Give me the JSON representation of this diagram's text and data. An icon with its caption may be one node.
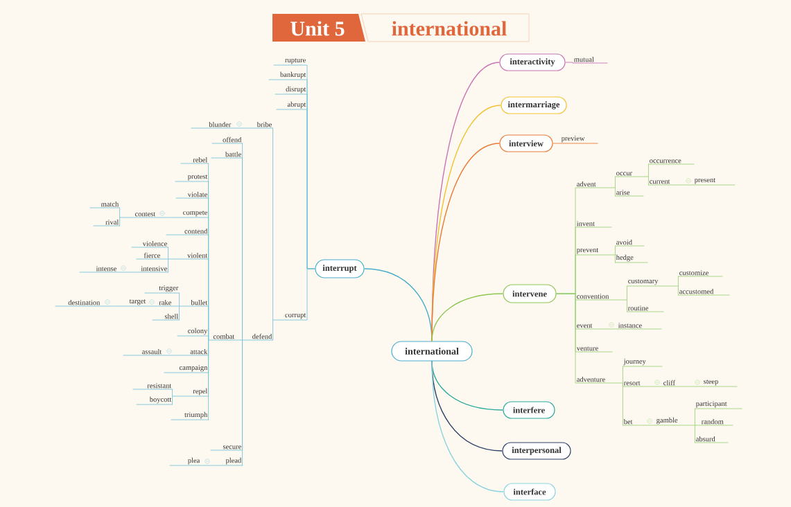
{
  "diagram": {
    "title": "Unit 5",
    "labels": [
      "international"
    ],
    "nodes": [
      {
        "text": [
          "international"
        ]
      },
      {
        "text": [
          "interrupt"
        ]
      },
      {
        "text": [
          "interactivity"
        ]
      },
      {
        "text": [
          "intermarriage"
        ]
      },
      {
        "text": [
          "interview"
        ]
      },
      {
        "text": [
          "intervene"
        ]
      },
      {
        "text": [
          "interfere"
        ]
      },
      {
        "text": [
          "interpersonal"
        ]
      },
      {
        "text": [
          "interface"
        ]
      },
      {
        "text": [
          "rupture"
        ]
      },
      {
        "text": [
          "bankrupt"
        ]
      },
      {
        "text": [
          "disrupt"
        ]
      },
      {
        "text": [
          "abrupt"
        ]
      },
      {
        "text": [
          "corrupt"
        ]
      },
      {
        "text": [
          "bribe"
        ]
      },
      {
        "text": [
          "blunder"
        ]
      },
      {
        "text": [
          "defend"
        ]
      },
      {
        "text": [
          "offend"
        ]
      },
      {
        "text": [
          "battle"
        ]
      },
      {
        "text": [
          "combat"
        ]
      },
      {
        "text": [
          "secure"
        ]
      },
      {
        "text": [
          "plead"
        ]
      },
      {
        "text": [
          "plea"
        ]
      },
      {
        "text": [
          "rebel"
        ]
      },
      {
        "text": [
          "protest"
        ]
      },
      {
        "text": [
          "violate"
        ]
      },
      {
        "text": [
          "compete"
        ]
      },
      {
        "text": [
          "contest"
        ]
      },
      {
        "text": [
          "match"
        ]
      },
      {
        "text": [
          "rival"
        ]
      },
      {
        "text": [
          "contend"
        ]
      },
      {
        "text": [
          "violent"
        ]
      },
      {
        "text": [
          "violence"
        ]
      },
      {
        "text": [
          "fierce"
        ]
      },
      {
        "text": [
          "intensive"
        ]
      },
      {
        "text": [
          "intense"
        ]
      },
      {
        "text": [
          "bullet"
        ]
      },
      {
        "text": [
          "trigger"
        ]
      },
      {
        "text": [
          "rake"
        ]
      },
      {
        "text": [
          "target"
        ]
      },
      {
        "text": [
          "destination"
        ]
      },
      {
        "text": [
          "shell"
        ]
      },
      {
        "text": [
          "colony"
        ]
      },
      {
        "text": [
          "attack"
        ]
      },
      {
        "text": [
          "assault"
        ]
      },
      {
        "text": [
          "campaign"
        ]
      },
      {
        "text": [
          "repel"
        ]
      },
      {
        "text": [
          "resistant"
        ]
      },
      {
        "text": [
          "boycott"
        ]
      },
      {
        "text": [
          "triumph"
        ]
      },
      {
        "text": [
          "mutual"
        ]
      },
      {
        "text": [
          "preview"
        ]
      },
      {
        "text": [
          "advent"
        ]
      },
      {
        "text": [
          "occur"
        ]
      },
      {
        "text": [
          "occurrence"
        ]
      },
      {
        "text": [
          "current"
        ]
      },
      {
        "text": [
          "present"
        ]
      },
      {
        "text": [
          "arise"
        ]
      },
      {
        "text": [
          "invent"
        ]
      },
      {
        "text": [
          "prevent"
        ]
      },
      {
        "text": [
          "avoid"
        ]
      },
      {
        "text": [
          "hedge"
        ]
      },
      {
        "text": [
          "convention"
        ]
      },
      {
        "text": [
          "customary"
        ]
      },
      {
        "text": [
          "customize"
        ]
      },
      {
        "text": [
          "accustomed"
        ]
      },
      {
        "text": [
          "routine"
        ]
      },
      {
        "text": [
          "event"
        ]
      },
      {
        "text": [
          "instance"
        ]
      },
      {
        "text": [
          "venture"
        ]
      },
      {
        "text": [
          "adventure"
        ]
      },
      {
        "text": [
          "journey"
        ]
      },
      {
        "text": [
          "resort"
        ]
      },
      {
        "text": [
          "cliff"
        ]
      },
      {
        "text": [
          "steep"
        ]
      },
      {
        "text": [
          "bet"
        ]
      },
      {
        "text": [
          "gamble"
        ]
      },
      {
        "text": [
          "participant"
        ]
      },
      {
        "text": [
          "random"
        ]
      },
      {
        "text": [
          "absurd"
        ]
      }
    ],
    "edges": [
      {
        "from": 0,
        "to": 1,
        "arrow": "none",
        "color": "#4aaecb"
      },
      {
        "from": 0,
        "to": 2,
        "arrow": "none",
        "color": "#c973b5"
      },
      {
        "from": 0,
        "to": 3,
        "arrow": "none",
        "color": "#f2c12e"
      },
      {
        "from": 0,
        "to": 4,
        "arrow": "none",
        "color": "#ea7a34"
      },
      {
        "from": 0,
        "to": 5,
        "arrow": "none",
        "color": "#8dc850"
      },
      {
        "from": 0,
        "to": 6,
        "arrow": "none",
        "color": "#2aa89c"
      },
      {
        "from": 0,
        "to": 7,
        "arrow": "none",
        "color": "#2d3f66"
      },
      {
        "from": 0,
        "to": 8,
        "arrow": "none",
        "color": "#8ad4e0"
      },
      {
        "from": 1,
        "to": 9,
        "arrow": "none"
      },
      {
        "from": 1,
        "to": 10,
        "arrow": "none"
      },
      {
        "from": 1,
        "to": 11,
        "arrow": "none"
      },
      {
        "from": 1,
        "to": 12,
        "arrow": "none"
      },
      {
        "from": 1,
        "to": 13,
        "arrow": "none"
      },
      {
        "from": 13,
        "to": 14,
        "arrow": "none"
      },
      {
        "from": 14,
        "to": 15,
        "arrow": "none"
      },
      {
        "from": 13,
        "to": 16,
        "arrow": "none"
      },
      {
        "from": 16,
        "to": 17,
        "arrow": "none"
      },
      {
        "from": 16,
        "to": 18,
        "arrow": "none"
      },
      {
        "from": 16,
        "to": 19,
        "arrow": "none"
      },
      {
        "from": 16,
        "to": 20,
        "arrow": "none"
      },
      {
        "from": 16,
        "to": 21,
        "arrow": "none"
      },
      {
        "from": 21,
        "to": 22,
        "arrow": "none"
      },
      {
        "from": 19,
        "to": 23,
        "arrow": "none"
      },
      {
        "from": 19,
        "to": 24,
        "arrow": "none"
      },
      {
        "from": 19,
        "to": 25,
        "arrow": "none"
      },
      {
        "from": 19,
        "to": 26,
        "arrow": "none"
      },
      {
        "from": 26,
        "to": 27,
        "arrow": "none"
      },
      {
        "from": 27,
        "to": 28,
        "arrow": "none"
      },
      {
        "from": 27,
        "to": 29,
        "arrow": "none"
      },
      {
        "from": 19,
        "to": 30,
        "arrow": "none"
      },
      {
        "from": 19,
        "to": 31,
        "arrow": "none"
      },
      {
        "from": 31,
        "to": 32,
        "arrow": "none"
      },
      {
        "from": 31,
        "to": 33,
        "arrow": "none"
      },
      {
        "from": 31,
        "to": 34,
        "arrow": "none"
      },
      {
        "from": 34,
        "to": 35,
        "arrow": "none"
      },
      {
        "from": 19,
        "to": 36,
        "arrow": "none"
      },
      {
        "from": 36,
        "to": 37,
        "arrow": "none"
      },
      {
        "from": 36,
        "to": 38,
        "arrow": "none"
      },
      {
        "from": 38,
        "to": 39,
        "arrow": "none"
      },
      {
        "from": 39,
        "to": 40,
        "arrow": "none"
      },
      {
        "from": 36,
        "to": 41,
        "arrow": "none"
      },
      {
        "from": 19,
        "to": 42,
        "arrow": "none"
      },
      {
        "from": 19,
        "to": 43,
        "arrow": "none"
      },
      {
        "from": 43,
        "to": 44,
        "arrow": "none"
      },
      {
        "from": 19,
        "to": 45,
        "arrow": "none"
      },
      {
        "from": 19,
        "to": 46,
        "arrow": "none"
      },
      {
        "from": 46,
        "to": 47,
        "arrow": "none"
      },
      {
        "from": 46,
        "to": 48,
        "arrow": "none"
      },
      {
        "from": 19,
        "to": 49,
        "arrow": "none"
      },
      {
        "from": 2,
        "to": 50,
        "arrow": "none",
        "color": "#c973b5"
      },
      {
        "from": 4,
        "to": 51,
        "arrow": "none",
        "color": "#ea7a34"
      },
      {
        "from": 5,
        "to": 52,
        "arrow": "none",
        "color": "#9dd17a"
      },
      {
        "from": 52,
        "to": 53,
        "arrow": "none",
        "color": "#9dd17a"
      },
      {
        "from": 53,
        "to": 54,
        "arrow": "none",
        "color": "#9dd17a"
      },
      {
        "from": 53,
        "to": 55,
        "arrow": "none",
        "color": "#9dd17a"
      },
      {
        "from": 55,
        "to": 56,
        "arrow": "none",
        "color": "#9dd17a"
      },
      {
        "from": 52,
        "to": 57,
        "arrow": "none",
        "color": "#9dd17a"
      },
      {
        "from": 5,
        "to": 58,
        "arrow": "none",
        "color": "#9dd17a"
      },
      {
        "from": 5,
        "to": 59,
        "arrow": "none",
        "color": "#9dd17a"
      },
      {
        "from": 59,
        "to": 60,
        "arrow": "none",
        "color": "#9dd17a"
      },
      {
        "from": 59,
        "to": 61,
        "arrow": "none",
        "color": "#9dd17a"
      },
      {
        "from": 5,
        "to": 62,
        "arrow": "none",
        "color": "#9dd17a"
      },
      {
        "from": 62,
        "to": 63,
        "arrow": "none",
        "color": "#9dd17a"
      },
      {
        "from": 63,
        "to": 64,
        "arrow": "none",
        "color": "#9dd17a"
      },
      {
        "from": 63,
        "to": 65,
        "arrow": "none",
        "color": "#9dd17a"
      },
      {
        "from": 62,
        "to": 66,
        "arrow": "none",
        "color": "#9dd17a"
      },
      {
        "from": 5,
        "to": 67,
        "arrow": "none",
        "color": "#9dd17a"
      },
      {
        "from": 67,
        "to": 68,
        "arrow": "none",
        "color": "#9dd17a"
      },
      {
        "from": 5,
        "to": 69,
        "arrow": "none",
        "color": "#9dd17a"
      },
      {
        "from": 5,
        "to": 70,
        "arrow": "none",
        "color": "#9dd17a"
      },
      {
        "from": 70,
        "to": 71,
        "arrow": "none",
        "color": "#9dd17a"
      },
      {
        "from": 70,
        "to": 72,
        "arrow": "none",
        "color": "#9dd17a"
      },
      {
        "from": 72,
        "to": 73,
        "arrow": "none",
        "color": "#9dd17a"
      },
      {
        "from": 73,
        "to": 74,
        "arrow": "none",
        "color": "#9dd17a"
      },
      {
        "from": 70,
        "to": 75,
        "arrow": "none",
        "color": "#9dd17a"
      },
      {
        "from": 75,
        "to": 76,
        "arrow": "none",
        "color": "#9dd17a"
      },
      {
        "from": 76,
        "to": 77,
        "arrow": "none",
        "color": "#9dd17a"
      },
      {
        "from": 76,
        "to": 78,
        "arrow": "none",
        "color": "#9dd17a"
      },
      {
        "from": 76,
        "to": 79,
        "arrow": "none",
        "color": "#9dd17a"
      }
    ]
  }
}
